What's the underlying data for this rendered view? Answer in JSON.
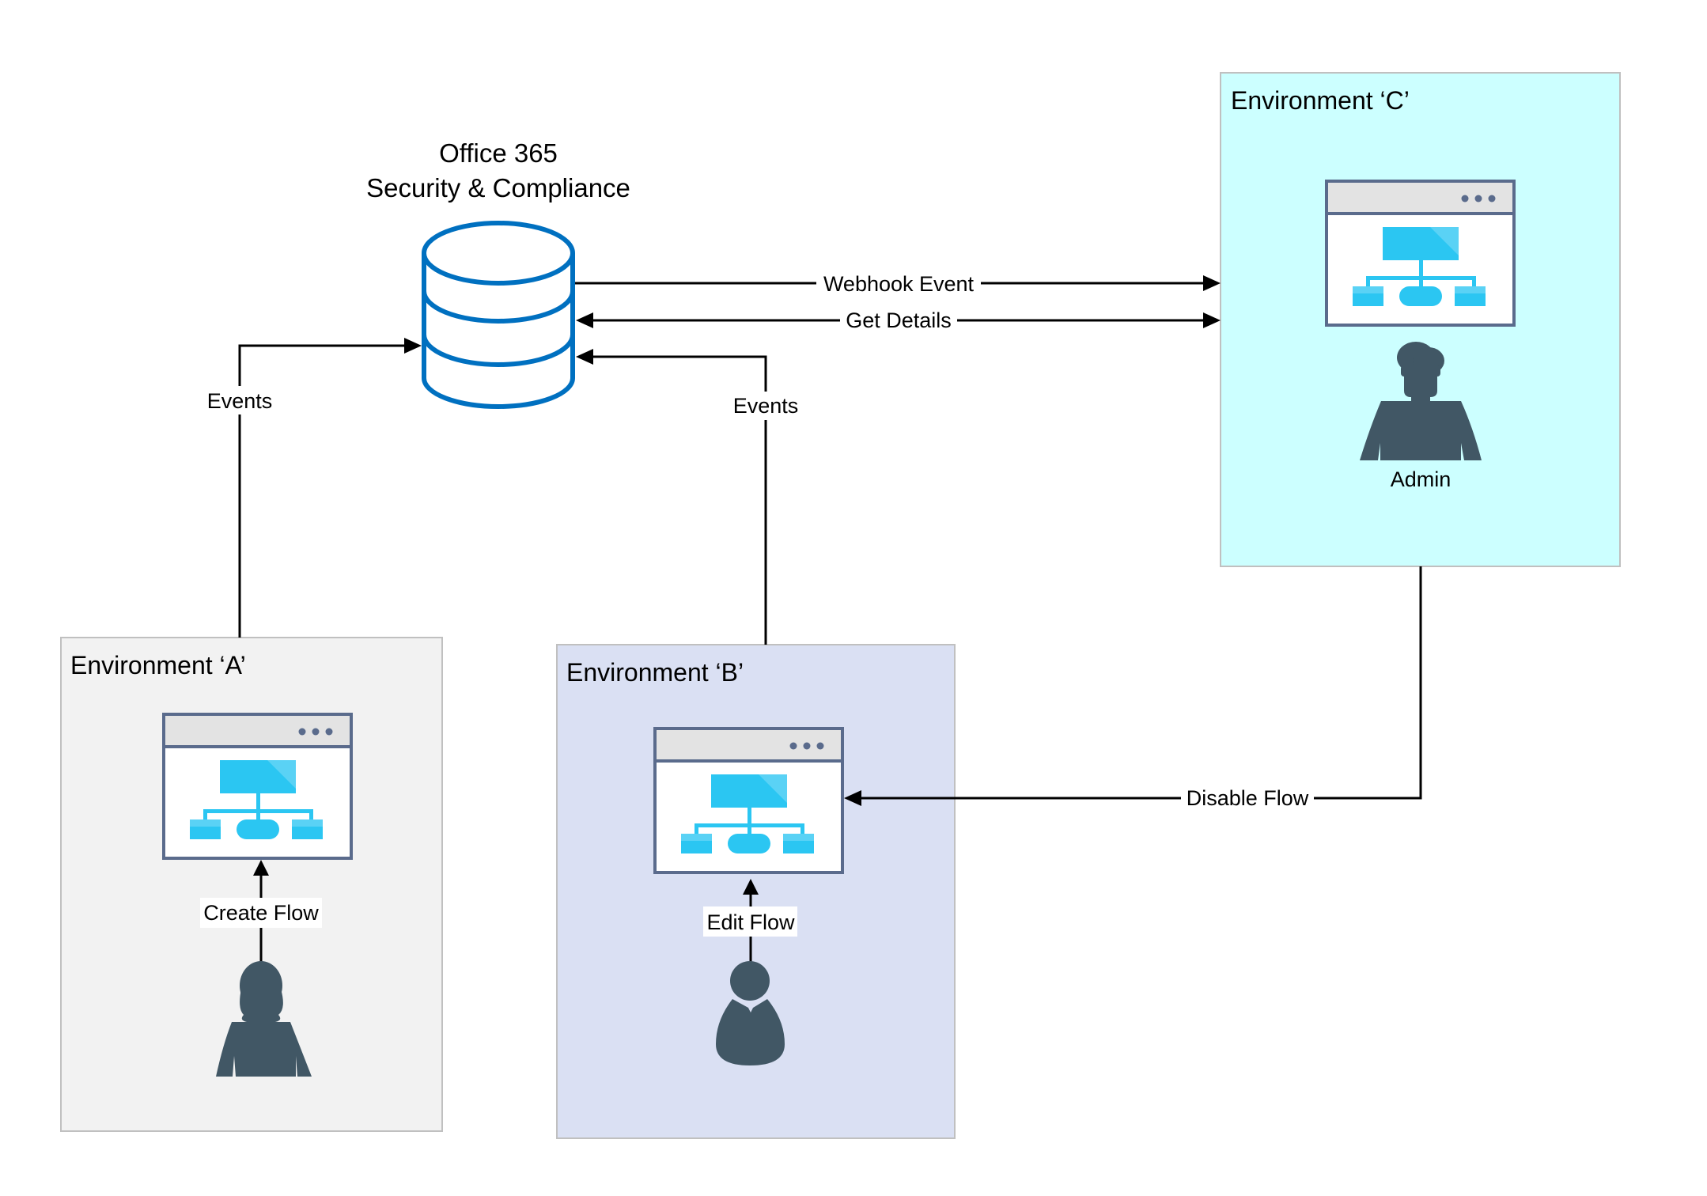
{
  "title": {
    "line1": "Office 365",
    "line2": "Security & Compliance",
    "icon": "database-icon"
  },
  "colors": {
    "env_a_fill": "#f2f2f2",
    "env_b_fill": "#dae0f3",
    "env_c_fill": "#ccffff",
    "env_border": "#c0c0c0",
    "database_stroke": "#0070c0",
    "app_frame": "#5a6b8c",
    "app_titlebar": "#e3e3e3",
    "flow_blue": "#2bc6f2",
    "flow_blue_light": "#5ad2f5",
    "person": "#415765",
    "connector": "#000000"
  },
  "environments": {
    "a": {
      "title": "Environment ‘A’",
      "app_icon": "flow-app-window-icon",
      "person_icon": "female-user-icon",
      "action_label": "Create Flow"
    },
    "b": {
      "title": "Environment ‘B’",
      "app_icon": "flow-app-window-icon",
      "person_icon": "male-user-icon",
      "action_label": "Edit Flow"
    },
    "c": {
      "title": "Environment ‘C’",
      "app_icon": "flow-app-window-icon",
      "person_icon": "admin-user-icon",
      "person_label": "Admin"
    }
  },
  "connectors": {
    "events_a": "Events",
    "events_b": "Events",
    "webhook": "Webhook Event",
    "get_details": "Get Details",
    "disable_flow": "Disable Flow"
  }
}
